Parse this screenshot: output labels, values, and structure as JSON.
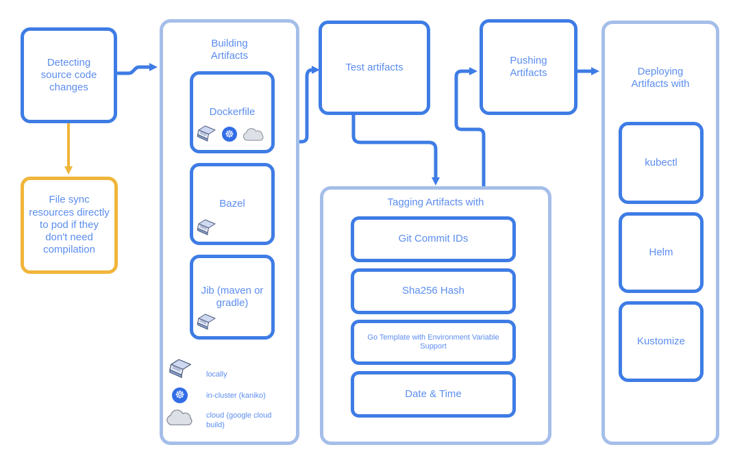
{
  "diagram": {
    "detecting": {
      "label": "Detecting source code changes"
    },
    "file_sync": {
      "label": "File sync resources directly to pod if they don't need compilation"
    },
    "building": {
      "title": "Building Artifacts",
      "dockerfile": {
        "label": "Dockerfile"
      },
      "bazel": {
        "label": "Bazel"
      },
      "jib": {
        "label": "Jib (maven or gradle)"
      },
      "legend": {
        "locally": "locally",
        "in_cluster": "in-cluster (kaniko)",
        "cloud": "cloud (google cloud build)"
      }
    },
    "test": {
      "label": "Test artifacts"
    },
    "tagging": {
      "title": "Tagging Artifacts with",
      "items": [
        "Git Commit IDs",
        "Sha256 Hash",
        "Go Template with Environment Variable Support",
        "Date & Time"
      ]
    },
    "pushing": {
      "label": "Pushing Artifacts"
    },
    "deploying": {
      "title": "Deploying Artifacts with",
      "items": [
        "kubectl",
        "Helm",
        "Kustomize"
      ]
    },
    "icons": {
      "laptop": "laptop-icon",
      "kubernetes": "kubernetes-wheel-icon",
      "cloud": "cloud-icon",
      "kubernetes_glyph": "☸"
    },
    "colors": {
      "node_border": "#3e7ce5",
      "container_border": "#a5bee9",
      "label_text": "#5b8def",
      "yellow": "#f0b53a",
      "kubernetes_blue": "#326de6"
    }
  }
}
